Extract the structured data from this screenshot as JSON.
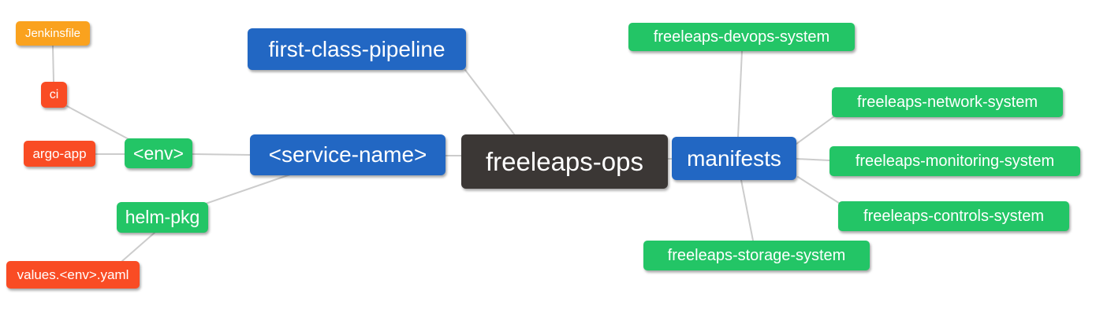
{
  "diagram": {
    "type": "mindmap",
    "background": "#ffffff",
    "palette": {
      "blue": "#2267c3",
      "green": "#23c566",
      "red": "#f94c24",
      "orange": "#faa21e",
      "dark": "#3b3735",
      "edge": "#cccccc",
      "text": "#ffffff"
    },
    "nodes": {
      "jenkinsfile": {
        "label": "Jenkinsfile",
        "color": "orange"
      },
      "ci": {
        "label": "ci",
        "color": "red"
      },
      "argo_app": {
        "label": "argo-app",
        "color": "red"
      },
      "env": {
        "label": "<env>",
        "color": "green"
      },
      "helm_pkg": {
        "label": "helm-pkg",
        "color": "green"
      },
      "values_env_yaml": {
        "label": "values.<env>.yaml",
        "color": "red"
      },
      "first_class_pipeline": {
        "label": "first-class-pipeline",
        "color": "blue"
      },
      "service_name": {
        "label": "<service-name>",
        "color": "blue"
      },
      "freeleaps_ops": {
        "label": "freeleaps-ops",
        "color": "dark"
      },
      "manifests": {
        "label": "manifests",
        "color": "blue"
      },
      "devops_system": {
        "label": "freeleaps-devops-system",
        "color": "green"
      },
      "network_system": {
        "label": "freeleaps-network-system",
        "color": "green"
      },
      "monitoring_system": {
        "label": "freeleaps-monitoring-system",
        "color": "green"
      },
      "controls_system": {
        "label": "freeleaps-controls-system",
        "color": "green"
      },
      "storage_system": {
        "label": "freeleaps-storage-system",
        "color": "green"
      }
    },
    "edges": [
      [
        "jenkinsfile",
        "ci"
      ],
      [
        "ci",
        "env"
      ],
      [
        "argo_app",
        "env"
      ],
      [
        "env",
        "service_name"
      ],
      [
        "helm_pkg",
        "service_name"
      ],
      [
        "values_env_yaml",
        "helm_pkg"
      ],
      [
        "first_class_pipeline",
        "freeleaps_ops"
      ],
      [
        "service_name",
        "freeleaps_ops"
      ],
      [
        "freeleaps_ops",
        "manifests"
      ],
      [
        "manifests",
        "devops_system"
      ],
      [
        "manifests",
        "network_system"
      ],
      [
        "manifests",
        "monitoring_system"
      ],
      [
        "manifests",
        "controls_system"
      ],
      [
        "manifests",
        "storage_system"
      ]
    ]
  }
}
